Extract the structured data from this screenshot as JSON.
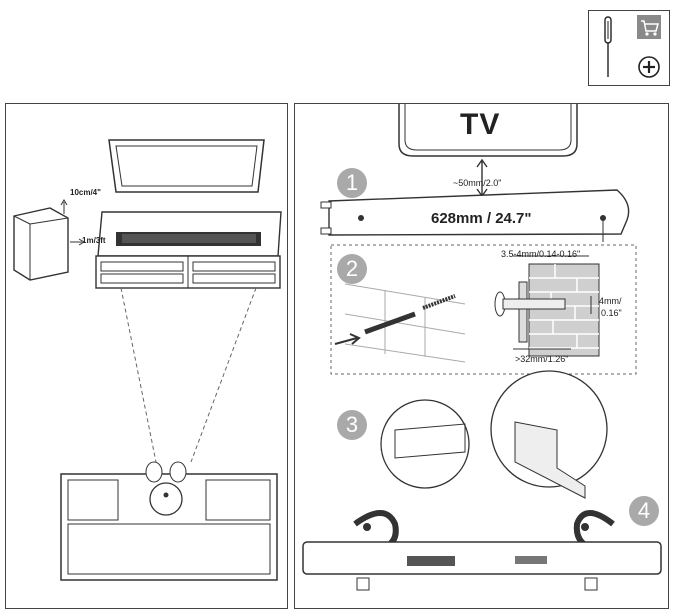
{
  "tools_box": {
    "icons": [
      "screwdriver-icon",
      "cart-icon",
      "phillips-screw-icon"
    ]
  },
  "left_panel": {
    "labels": {
      "wall_clearance": "10cm/4\"",
      "sub_distance": "1m/3ft"
    }
  },
  "right_panel": {
    "tv_label": "TV",
    "gap_label": "~50mm/2.0\"",
    "spacing_label": "628mm / 24.7\"",
    "drill_diameter": "3.5-4mm/0.14-0.16\"",
    "screw_head_label": "4mm/",
    "screw_head_label2": "0.16\"",
    "screw_length_label": ">32mm/1.26\"",
    "steps": [
      "1",
      "2",
      "3",
      "4"
    ]
  },
  "colors": {
    "line": "#333333",
    "step_circle": "#a9a9a9",
    "brick": "#cfcfcf"
  }
}
